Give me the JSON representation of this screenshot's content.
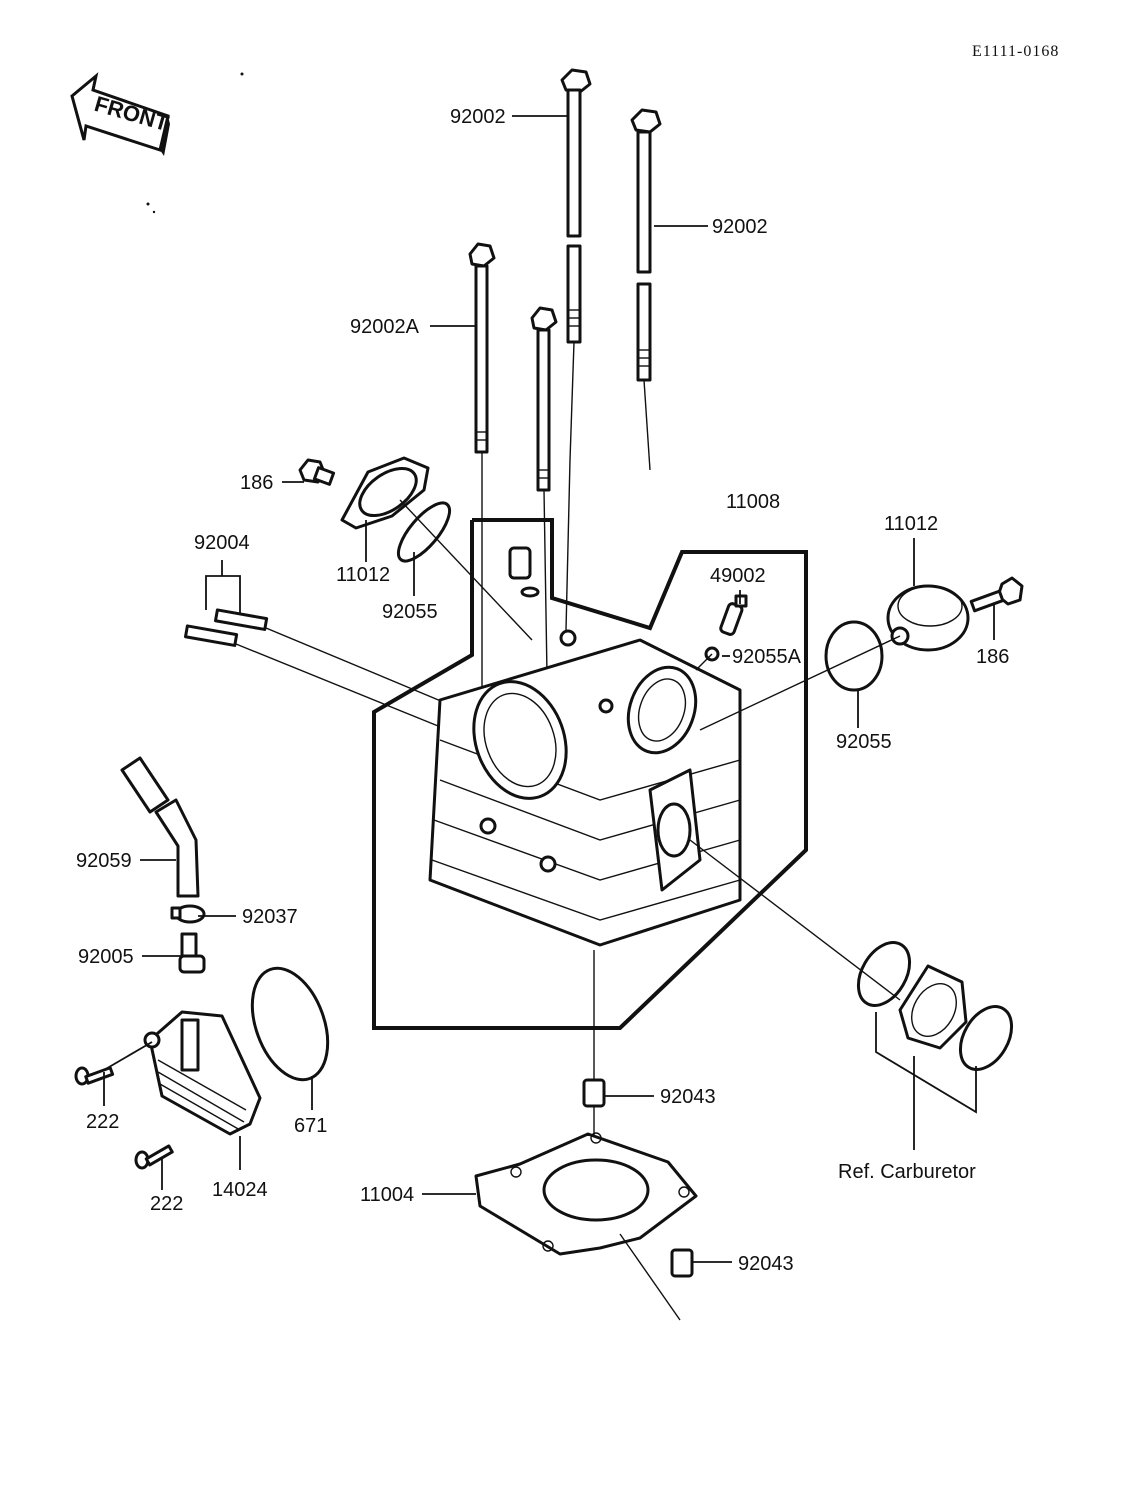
{
  "diagram_code": "E1111-0168",
  "front_label": "FRONT",
  "labels": {
    "bolt_long_top": "92002",
    "bolt_long_right": "92002",
    "bolt_short": "92002A",
    "bolt_186_left": "186",
    "cover_left": "11012",
    "stud_92004": "92004",
    "oring_left": "92055",
    "head_assy": "11008",
    "cover_right": "11012",
    "sensor": "49002",
    "washer": "92055A",
    "bolt_186_right": "186",
    "oring_right": "92055",
    "hose": "92059",
    "clamp": "92037",
    "fitting": "92005",
    "screw_upper": "222",
    "screw_lower": "222",
    "cover_14024": "14024",
    "oring_671": "671",
    "dowel_upper": "92043",
    "dowel_lower": "92043",
    "gasket": "11004",
    "carb_ref": "Ref. Carburetor"
  }
}
